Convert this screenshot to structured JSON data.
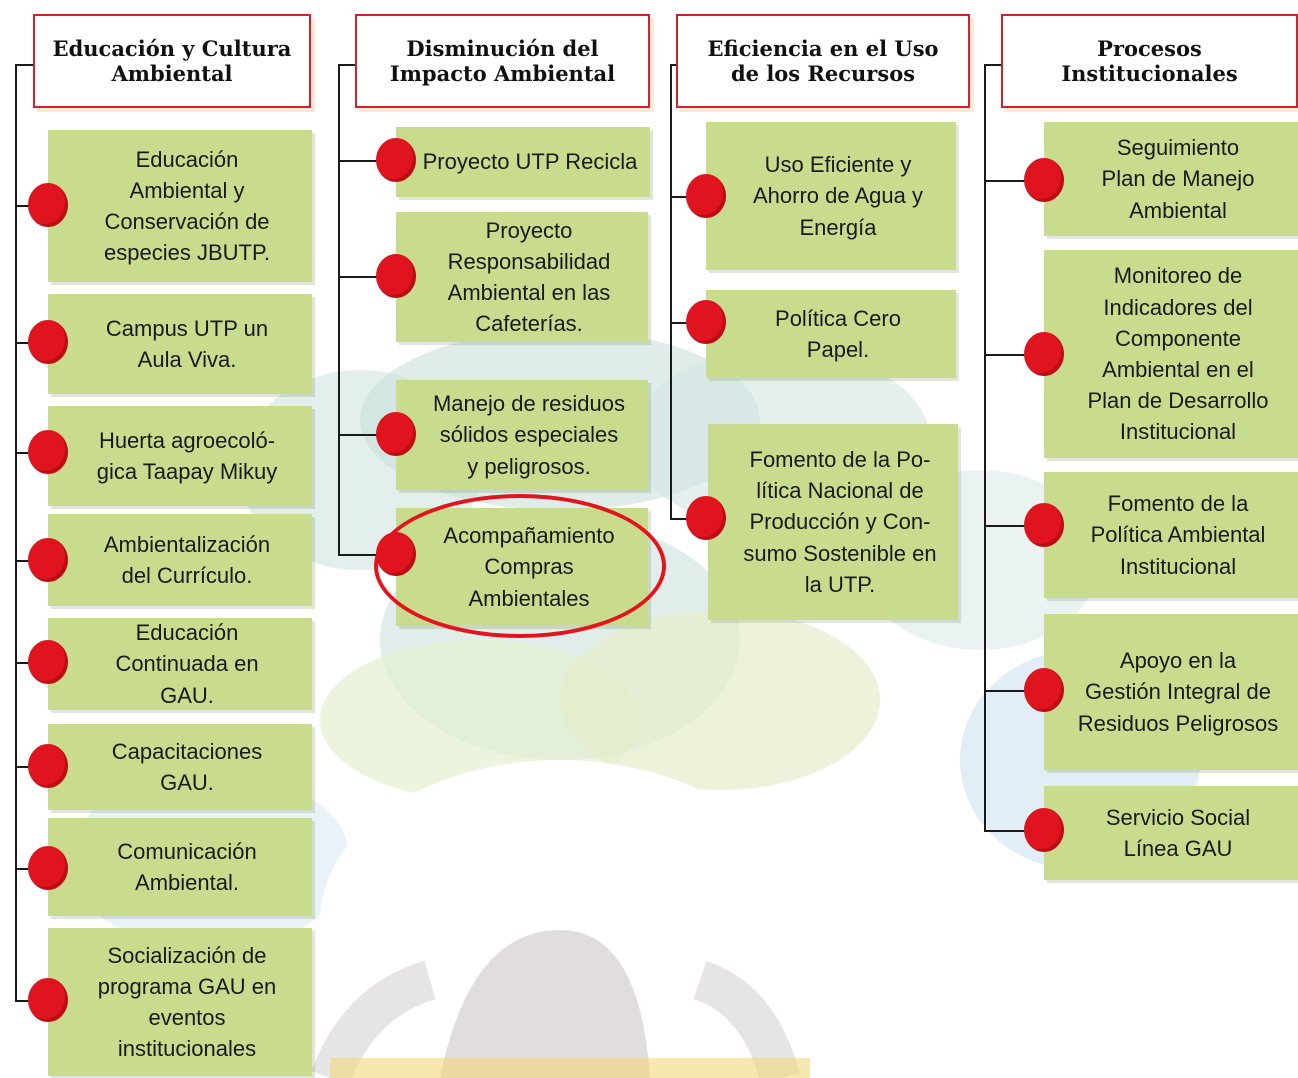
{
  "colors": {
    "header_border": "#d1202e",
    "item_fill": "#c9dc8e",
    "bullet": "#e0141f",
    "connector": "#1a1a1a",
    "highlight": "#e2141c"
  },
  "columns": [
    {
      "header": "Educación y Cultura\nAmbiental",
      "items": [
        "Educación\nAmbiental y\nConservación de\nespecies JBUTP.",
        "Campus UTP un\nAula Viva.",
        "Huerta agroecoló-\ngica Taapay Mikuy",
        "Ambientalización\ndel Currículo.",
        "Educación\nContinuada en\nGAU.",
        "Capacitaciones\nGAU.",
        "Comunicación\nAmbiental.",
        "Socialización de\nprograma GAU en\neventos\ninstitucionales"
      ]
    },
    {
      "header": "Disminución del\nImpacto Ambiental",
      "items": [
        "Proyecto UTP Recicla",
        "Proyecto\nResponsabilidad\nAmbiental en las\nCafeterías.",
        "Manejo de residuos\nsólidos especiales\ny peligrosos.",
        "Acompañamiento\nCompras\nAmbientales"
      ]
    },
    {
      "header": "Eficiencia en el Uso\nde los Recursos",
      "items": [
        "Uso Eficiente y\nAhorro de Agua y\nEnergía",
        "Política Cero\nPapel.",
        "Fomento de la Po-\nlítica Nacional de\nProducción y Con-\nsumo Sostenible en\nla UTP."
      ]
    },
    {
      "header": "Procesos\nInstitucionales",
      "items": [
        "Seguimiento\nPlan de Manejo\nAmbiental",
        "Monitoreo de\nIndicadores del\nComponente\nAmbiental en el\nPlan de Desarrollo\nInstitucional",
        "Fomento de la\nPolítica Ambiental\nInstitucional",
        "Apoyo en la\nGestión Integral de\nResiduos  Peligrosos",
        "Servicio Social\nLínea GAU"
      ]
    }
  ]
}
